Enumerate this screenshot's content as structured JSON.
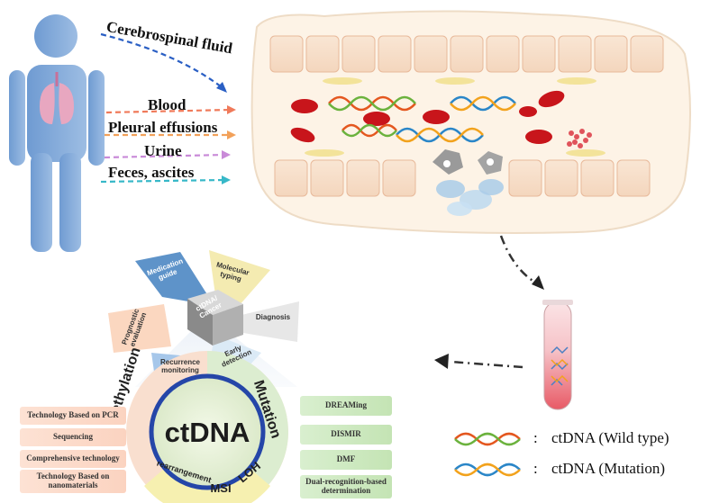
{
  "sources": {
    "csf": "Cerebrospinal fluid",
    "blood": "Blood",
    "pleural": "Pleural effusions",
    "urine": "Urine",
    "feces": "Feces, ascites"
  },
  "applications": {
    "center": "ctDNA/ Cancer",
    "medication": "Medication guide",
    "molecular": "Molecular typing",
    "diagnosis": "Diagnosis",
    "early": "Early detection",
    "recurrence": "Recurrence monitoring",
    "prognostic": "Prognostic evaluation"
  },
  "wheel": {
    "center": "ctDNA",
    "methylation": "Methylation",
    "mutation": "Mutation",
    "rearrangement": "rearrangement",
    "msi": "MSI",
    "loh": "LOH"
  },
  "left_methods": [
    "Technology Based on PCR",
    "Sequencing",
    "Comprehensive technology",
    "Technology Based on nanomaterials"
  ],
  "right_methods": [
    "DREAMing",
    "DISMIR",
    "DMF",
    "Dual-recognition-based determination"
  ],
  "legend": {
    "colon": ":",
    "wild": "ctDNA (Wild type)",
    "mutation": "ctDNA (Mutation)"
  },
  "colors": {
    "arrow_csf": "#2a5fc4",
    "arrow_blood": "#f07a5a",
    "arrow_pleural": "#f2a15a",
    "arrow_urine": "#c98ad8",
    "arrow_feces": "#37b8c8",
    "body": "#7fa7d6",
    "lung": "#e8a7c0"
  }
}
